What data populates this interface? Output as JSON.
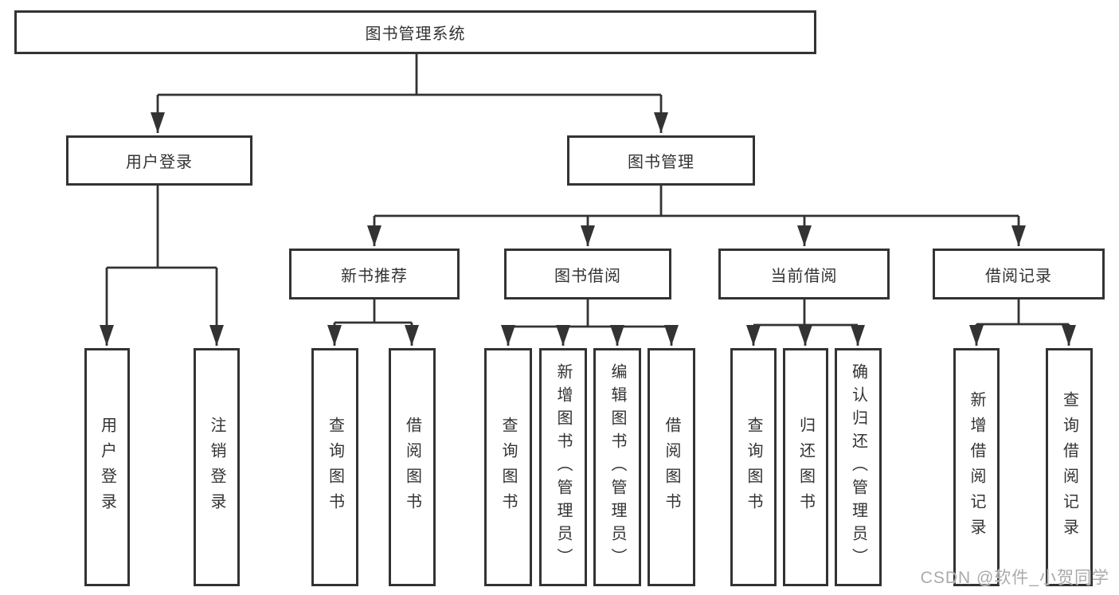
{
  "diagram": {
    "root": {
      "label": "图书管理系统"
    },
    "level2": [
      {
        "label": "用户登录"
      },
      {
        "label": "图书管理"
      }
    ],
    "level3": [
      {
        "label": "新书推荐"
      },
      {
        "label": "图书借阅"
      },
      {
        "label": "当前借阅"
      },
      {
        "label": "借阅记录"
      }
    ],
    "leaves": [
      {
        "label": "用户登录"
      },
      {
        "label": "注销登录"
      },
      {
        "label": "查询图书"
      },
      {
        "label": "借阅图书"
      },
      {
        "label": "查询图书"
      },
      {
        "label": "新增图书（管理员）"
      },
      {
        "label": "编辑图书（管理员）"
      },
      {
        "label": "借阅图书"
      },
      {
        "label": "查询图书"
      },
      {
        "label": "归还图书"
      },
      {
        "label": "确认归还（管理员）"
      },
      {
        "label": "新增借阅记录"
      },
      {
        "label": "查询借阅记录"
      }
    ],
    "hierarchy": {
      "图书管理系统": [
        "用户登录",
        "图书管理"
      ],
      "用户登录": [
        "用户登录",
        "注销登录"
      ],
      "图书管理": [
        "新书推荐",
        "图书借阅",
        "当前借阅",
        "借阅记录"
      ],
      "新书推荐": [
        "查询图书",
        "借阅图书"
      ],
      "图书借阅": [
        "查询图书",
        "新增图书（管理员）",
        "编辑图书（管理员）",
        "借阅图书"
      ],
      "当前借阅": [
        "查询图书",
        "归还图书",
        "确认归还（管理员）"
      ],
      "借阅记录": [
        "新增借阅记录",
        "查询借阅记录"
      ]
    }
  },
  "watermark": "CSDN @软件_小贺同学",
  "colors": {
    "line": "#333333",
    "text": "#333333",
    "box_background": "#ffffff",
    "watermark": "#aaaaaa",
    "background": "#ffffff"
  }
}
